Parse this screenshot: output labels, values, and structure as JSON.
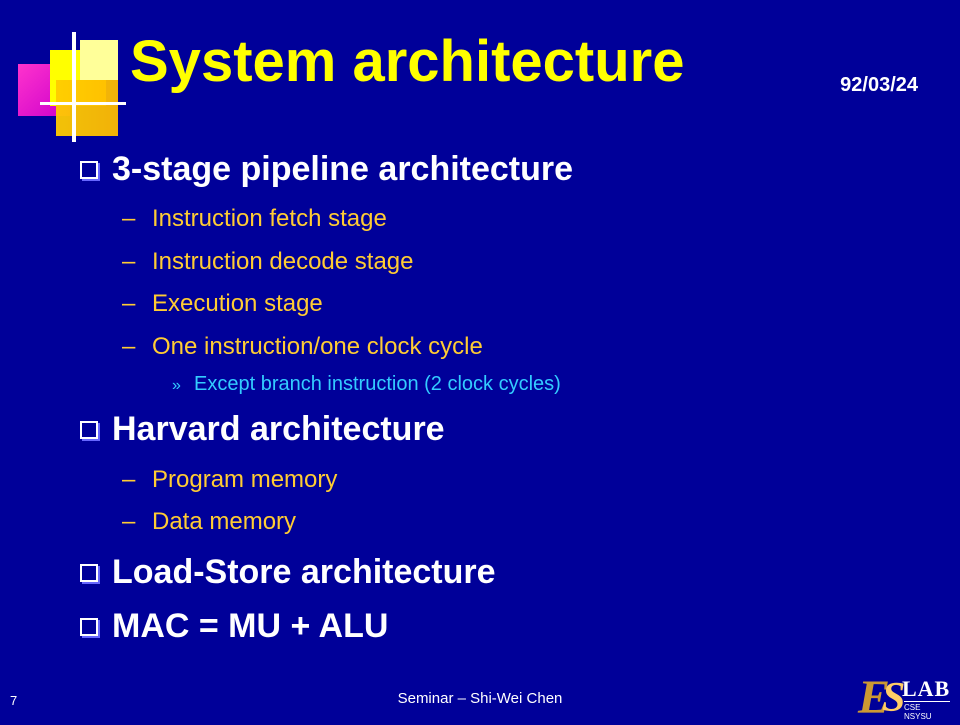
{
  "header": {
    "title": "System architecture",
    "date": "92/03/24"
  },
  "bullets": [
    {
      "text": "3-stage pipeline architecture",
      "subitems": [
        {
          "text": "Instruction fetch stage"
        },
        {
          "text": "Instruction decode stage"
        },
        {
          "text": "Execution stage"
        },
        {
          "text": "One instruction/one clock cycle",
          "subitems": [
            {
              "text": "Except branch instruction (2 clock cycles)"
            }
          ]
        }
      ]
    },
    {
      "text": "Harvard architecture",
      "subitems": [
        {
          "text": "Program memory"
        },
        {
          "text": "Data memory"
        }
      ]
    },
    {
      "text": "Load-Store architecture"
    },
    {
      "text": "MAC = MU + ALU"
    }
  ],
  "markers": {
    "level2": "–",
    "level3": "»"
  },
  "footer": {
    "text": "Seminar – Shi-Wei Chen",
    "page_number": "7"
  },
  "logo": {
    "letters_es": "ES",
    "lab": "LAB",
    "sub": "CSE NSYSU"
  },
  "colors": {
    "background": "#000099",
    "title": "#ffff00",
    "level1": "#ffffff",
    "level2": "#ffcc33",
    "level3": "#33ccff"
  }
}
